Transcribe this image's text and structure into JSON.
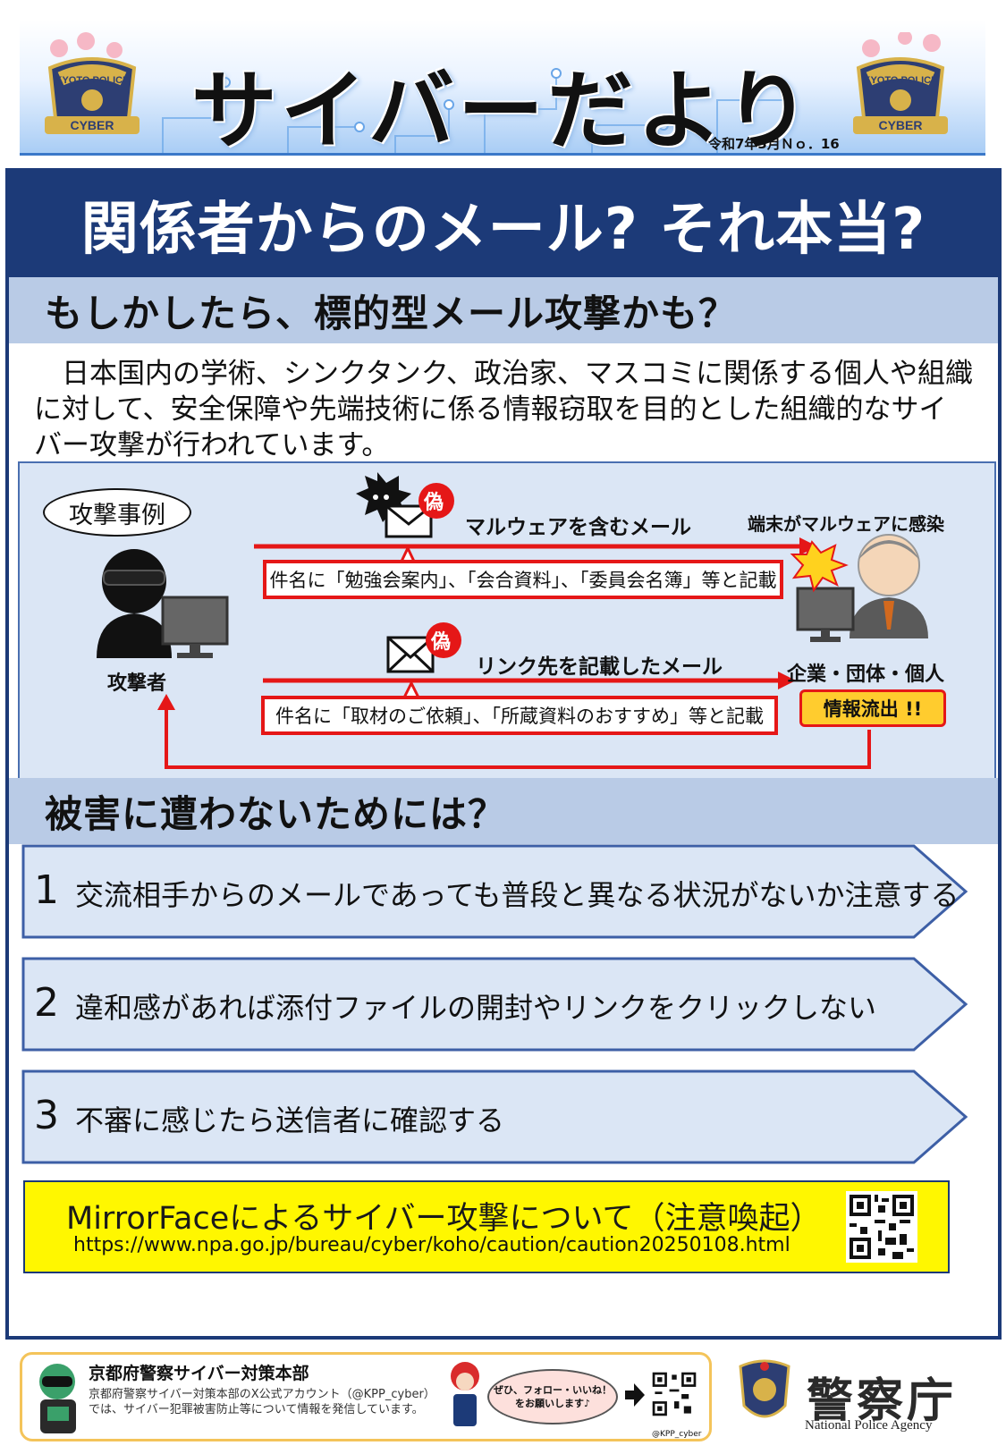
{
  "header": {
    "title": "サイバーだより",
    "issue": "令和7年3月Ｎｏ．16",
    "badge_top_text": "KYOTO POLICE",
    "badge_bottom_text": "CYBER"
  },
  "headline": "関係者からのメール? それ本当?",
  "section1": {
    "title": "もしかしたら、標的型メール攻撃かも？",
    "body": "　日本国内の学術、シンクタンク、政治家、マスコミに関係する個人や組織に対して、安全保障や先端技術に係る情報窃取を目的とした組織的なサイバー攻撃が行われています。"
  },
  "diagram": {
    "example_label": "攻撃事例",
    "attacker_label": "攻撃者",
    "fake_mark": "偽",
    "mail1_label": "マルウェアを含むメール",
    "mail1_subject": "件名に「勉強会案内」、「会合資料」、「委員会名簿」等と記載",
    "infected_label": "端末がマルウェアに感染",
    "mail2_label": "リンク先を記載したメール",
    "mail2_subject": "件名に「取材のご依頼」、「所蔵資料のおすすめ」等と記載",
    "victim_label": "企業・団体・個人",
    "leak_label": "情報流出 !!"
  },
  "section2": {
    "title": "被害に遭わないためには？"
  },
  "steps": [
    {
      "num": "1",
      "text": "交流相手からのメールであっても普段と異なる状況がないか注意する"
    },
    {
      "num": "2",
      "text": "違和感があれば添付ファイルの開封やリンクをクリックしない"
    },
    {
      "num": "3",
      "text": "不審に感じたら送信者に確認する"
    }
  ],
  "notice": {
    "title": "MirrorFaceによるサイバー攻撃について（注意喚起）",
    "url": "https://www.npa.go.jp/bureau/cyber/koho/caution/caution20250108.html"
  },
  "footer": {
    "title": "京都府警察サイバー対策本部",
    "desc": "京都府警察サイバー対策本部のX公式アカウント（@KPP_cyber）では、サイバー犯罪被害防止等について情報を発信しています。",
    "bubble": "ぜひ、フォロー・いいね！をお願いします♪",
    "handle": "@KPP_cyber",
    "agency_name": "警察庁",
    "agency_en": "National Police Agency"
  },
  "colors": {
    "navy": "#1c3a78",
    "section_blue": "#b9cbe6",
    "diagram_bg": "#dbe6f5",
    "alert_red": "#e51717",
    "notice_yellow": "#fff700",
    "leak_orange": "#ffcc2e"
  },
  "icons": [
    "police-badge-icon",
    "malware-virus-icon",
    "envelope-icon",
    "attacker-icon",
    "computer-monitor-icon",
    "victim-icon",
    "explosion-icon",
    "arrow-right-icon",
    "qr-code-icon",
    "mascot-icon",
    "npa-emblem-icon"
  ]
}
